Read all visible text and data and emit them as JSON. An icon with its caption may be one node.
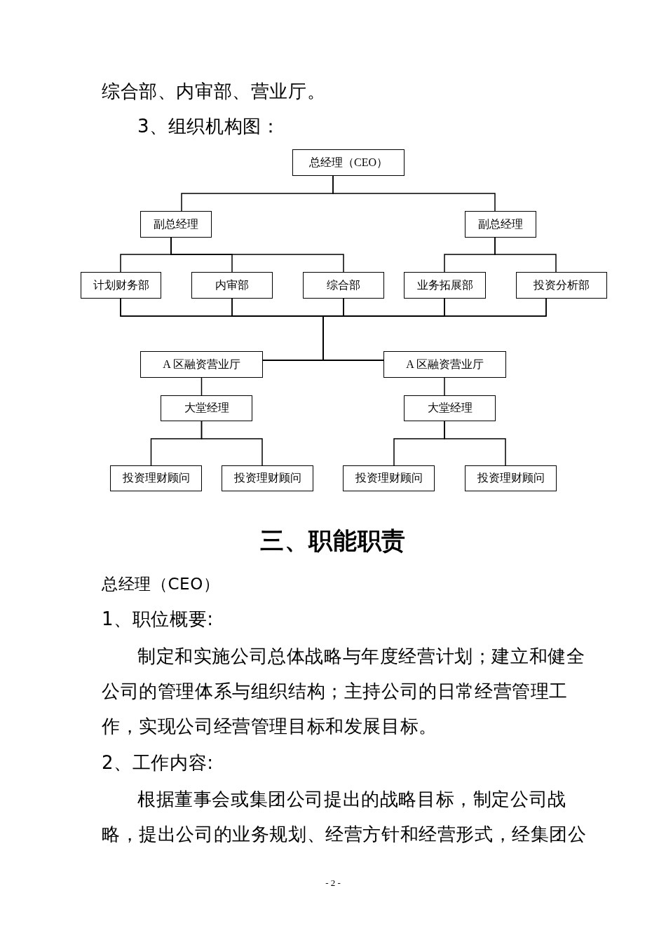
{
  "diagram": {
    "title": "3、组织机构图：",
    "nodes": [
      {
        "text": [
          "总经理（CEO）"
        ]
      },
      {
        "text": [
          "副总经理"
        ]
      },
      {
        "text": [
          "副总经理"
        ]
      },
      {
        "text": [
          "计划财务部"
        ]
      },
      {
        "text": [
          "内审部"
        ]
      },
      {
        "text": [
          "综合部"
        ]
      },
      {
        "text": [
          "业务拓展部"
        ]
      },
      {
        "text": [
          "投资分析部"
        ]
      },
      {
        "text": [
          "A 区融资营业厅"
        ]
      },
      {
        "text": [
          "A 区融资营业厅"
        ]
      },
      {
        "text": [
          "大堂经理"
        ]
      },
      {
        "text": [
          "大堂经理"
        ]
      },
      {
        "text": [
          "投资理财顾问"
        ]
      },
      {
        "text": [
          "投资理财顾问"
        ]
      },
      {
        "text": [
          "投资理财顾问"
        ]
      },
      {
        "text": [
          "投资理财顾问"
        ]
      }
    ],
    "edges": [
      {
        "from": 0,
        "to": 1,
        "arrow": "none"
      },
      {
        "from": 0,
        "to": 2,
        "arrow": "none"
      },
      {
        "from": 1,
        "to": 3,
        "arrow": "none"
      },
      {
        "from": 1,
        "to": 4,
        "arrow": "none"
      },
      {
        "from": 1,
        "to": 5,
        "arrow": "none"
      },
      {
        "from": 2,
        "to": 6,
        "arrow": "none"
      },
      {
        "from": 2,
        "to": 7,
        "arrow": "none"
      },
      {
        "from": 3,
        "to": 8,
        "arrow": "none"
      },
      {
        "from": 3,
        "to": 9,
        "arrow": "none"
      },
      {
        "from": 4,
        "to": 8,
        "arrow": "none"
      },
      {
        "from": 4,
        "to": 9,
        "arrow": "none"
      },
      {
        "from": 5,
        "to": 8,
        "arrow": "none"
      },
      {
        "from": 5,
        "to": 9,
        "arrow": "none"
      },
      {
        "from": 6,
        "to": 8,
        "arrow": "none"
      },
      {
        "from": 6,
        "to": 9,
        "arrow": "none"
      },
      {
        "from": 7,
        "to": 8,
        "arrow": "none"
      },
      {
        "from": 7,
        "to": 9,
        "arrow": "none"
      },
      {
        "from": 8,
        "to": 10,
        "arrow": "none"
      },
      {
        "from": 9,
        "to": 11,
        "arrow": "none"
      },
      {
        "from": 10,
        "to": 12,
        "arrow": "none"
      },
      {
        "from": 10,
        "to": 13,
        "arrow": "none"
      },
      {
        "from": 11,
        "to": 14,
        "arrow": "none"
      },
      {
        "from": 11,
        "to": 15,
        "arrow": "none"
      }
    ],
    "labels": [
      "综合部、内审部、营业厅。",
      "三、职能职责",
      "总经理（CEO）",
      "1、职位概要:",
      "制定和实施公司总体战略与年度经营计划；建立和健全公司的管理体系与组织结构；主持公司的日常经营管理工作，实现公司经营管理目标和发展目标。",
      "2、工作内容:",
      "根据董事会或集团公司提出的战略目标，制定公司战略，提出公司的业务规划、经营方针和经营形式，经集团公",
      "- 2 -"
    ]
  }
}
